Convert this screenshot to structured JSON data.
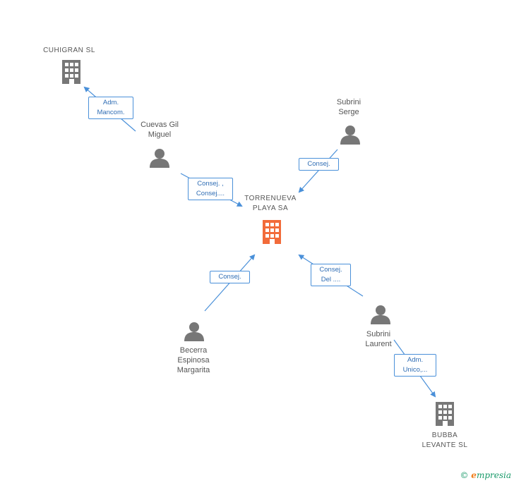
{
  "nodes": {
    "cuhigran": {
      "label": "CUHIGRAN SL",
      "type": "company"
    },
    "cuevas": {
      "label_line1": "Cuevas Gil",
      "label_line2": "Miguel",
      "type": "person"
    },
    "serge": {
      "label_line1": "Subrini",
      "label_line2": "Serge",
      "type": "person"
    },
    "torrenueva": {
      "label_line1": "TORRENUEVA",
      "label_line2": "PLAYA SA",
      "type": "company-main"
    },
    "becerra": {
      "label_line1": "Becerra",
      "label_line2": "Espinosa",
      "label_line3": "Margarita",
      "type": "person"
    },
    "laurent": {
      "label_line1": "Subrini",
      "label_line2": "Laurent",
      "type": "person"
    },
    "bubba": {
      "label_line1": "BUBBA",
      "label_line2": "LEVANTE SL",
      "type": "company"
    }
  },
  "edges": {
    "cuevas_cuhigran": {
      "line1": "Adm.",
      "line2": "Mancom."
    },
    "cuevas_torrenueva": {
      "line1": "Consej. ,",
      "line2": "Consej...."
    },
    "serge_torrenueva": {
      "line1": "Consej."
    },
    "becerra_torrenueva": {
      "line1": "Consej."
    },
    "laurent_torrenueva": {
      "line1": "Consej.",
      "line2": "Del ...."
    },
    "laurent_bubba": {
      "line1": "Adm.",
      "line2": "Unico,..."
    }
  },
  "colors": {
    "edge": "#4a90d9",
    "node": "#777777",
    "main_node": "#f26b3a"
  },
  "brand": {
    "copyright": "©",
    "name_initial": "e",
    "name_rest": "mpresia"
  }
}
